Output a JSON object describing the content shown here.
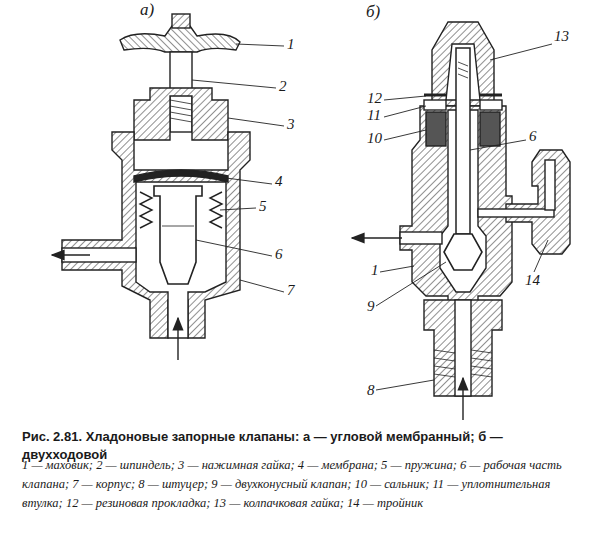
{
  "diagram": {
    "caption": "Рис. 2.81. Хладоновые запорные клапаны: а — угловой мембранный; б — двухходовой",
    "labels": [
      "а)",
      "1",
      "2",
      "3",
      "4",
      "5",
      "6",
      "7",
      "б)",
      "13",
      "12",
      "11",
      "10",
      "6",
      "1",
      "14",
      "9",
      "8",
      "1 — маховик; 2 — шпиндель; 3 — нажимная гайка; 4 — мембрана; 5 — пружина; 6 — рабочая часть клапана; 7 — корпус; 8 — штуцер; 9 — двухконусный клапан; 10 — сальник; 11 — уплотнительная втулка; 12 — резиновая прокладка; 13 — колпачковая гайка; 14 — тройник"
    ]
  }
}
